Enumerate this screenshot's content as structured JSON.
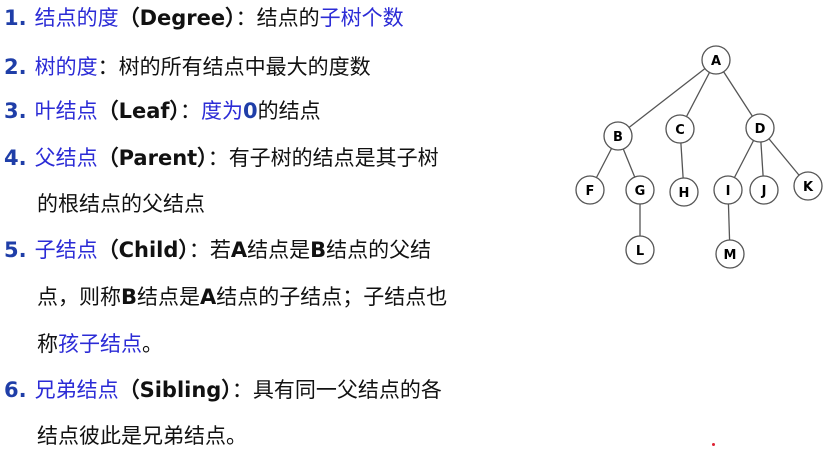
{
  "definitions": [
    {
      "num": "1.",
      "term": "结点的度",
      "eng": "（Degree）",
      "sep": "：",
      "pre": "结点的",
      "hl": "子树个数",
      "post": ""
    },
    {
      "num": "2.",
      "term": "树的度",
      "eng": "",
      "sep": "：",
      "pre": "树的所有结点中最大的度数",
      "hl": "",
      "post": ""
    },
    {
      "num": "3.",
      "term": "叶结点",
      "eng": "（Leaf）",
      "sep": "：",
      "pre": "",
      "hl": "度为",
      "zero": "0",
      "post": "的结点"
    },
    {
      "num": "4.",
      "term": "父结点",
      "eng": "（Parent）",
      "sep": "：",
      "pre": "有子树的结点是其子树",
      "hl": "",
      "post": "",
      "cont": "的根结点的父结点"
    },
    {
      "num": "5.",
      "term": "子结点",
      "eng": "（Child）",
      "sep": "：",
      "pre": "若",
      "a": "A",
      "mid": "结点是",
      "b": "B",
      "post": "结点的父结",
      "cont": "点，则称",
      "cont_b": "B",
      "cont_mid": "结点是",
      "cont_a": "A",
      "cont_post": "结点的子结点；子结点也",
      "cont2_pre": "称",
      "cont2_hl": "孩子结点",
      "cont2_post": "。"
    },
    {
      "num": "6.",
      "term": "兄弟结点",
      "eng": "（Sibling）",
      "sep": "：",
      "pre": "具有同一父结点的各",
      "hl": "",
      "post": "",
      "cont": "结点彼此是兄弟结点。"
    }
  ],
  "tree": {
    "nodes": [
      "A",
      "B",
      "C",
      "D",
      "F",
      "G",
      "H",
      "I",
      "J",
      "K",
      "L",
      "M"
    ]
  },
  "colors": {
    "term": "#2b2bd6",
    "number": "#1f3ea8",
    "text": "#111111"
  }
}
